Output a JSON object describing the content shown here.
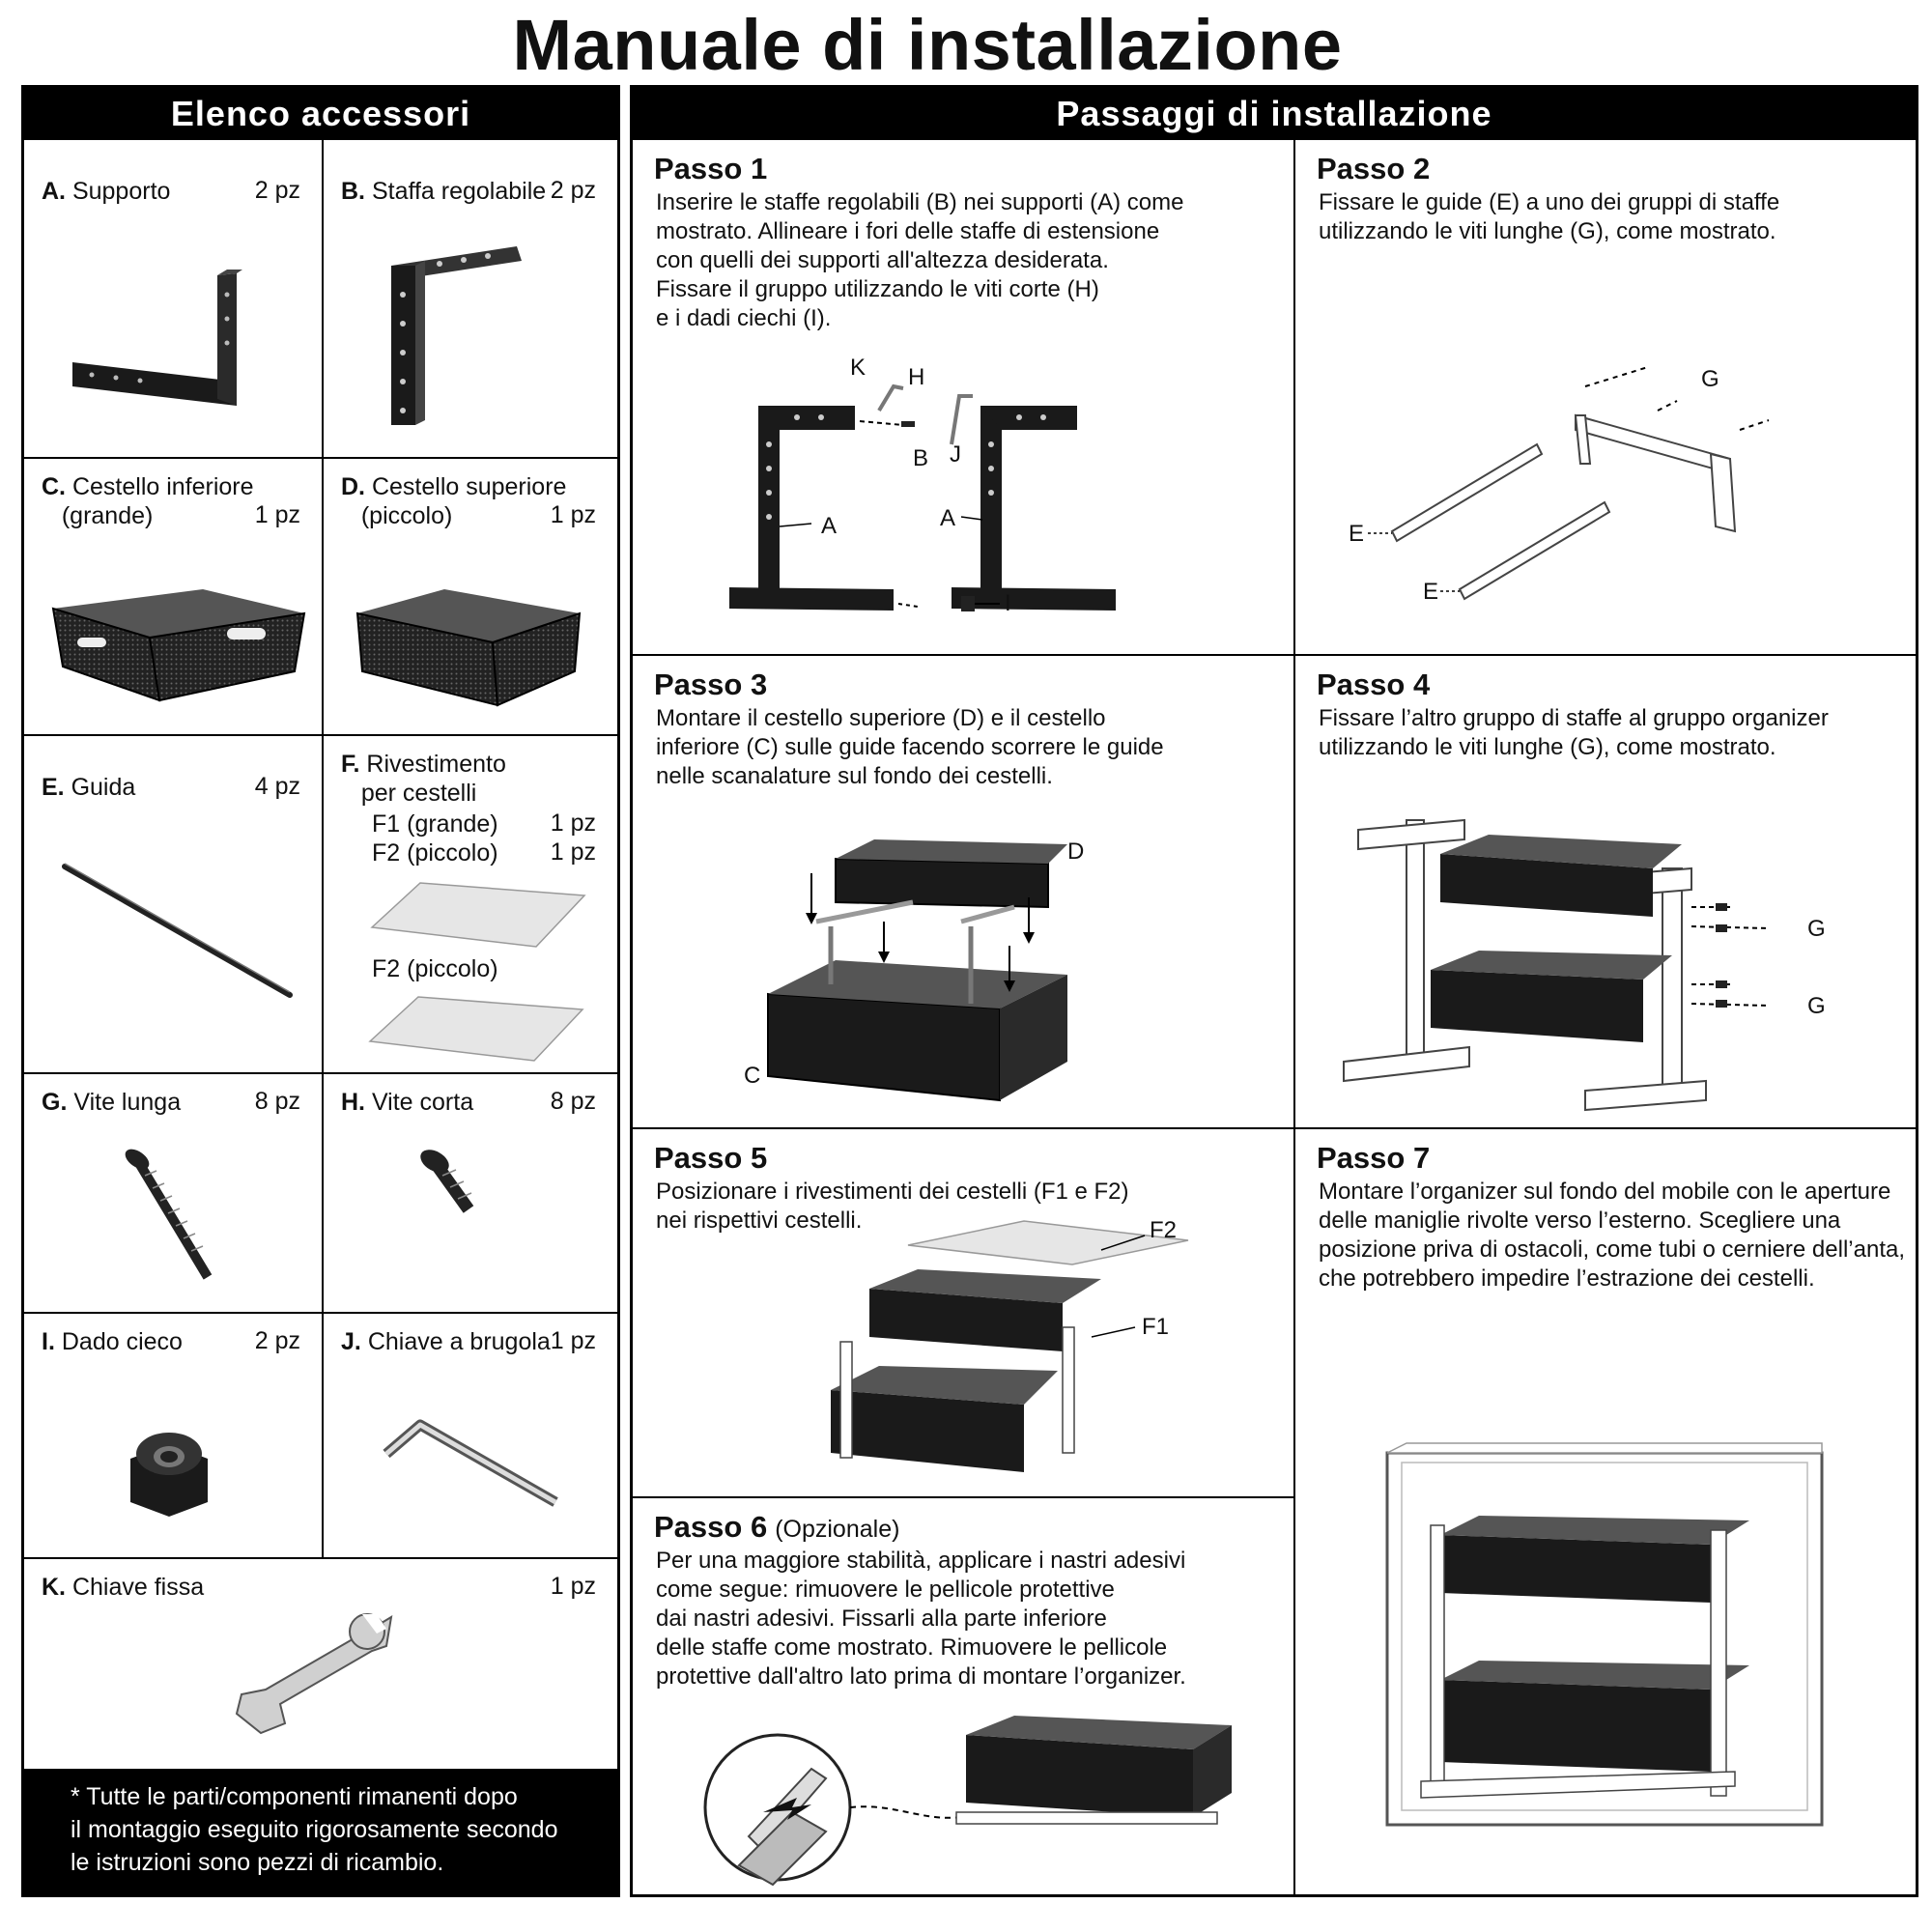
{
  "title": "Manuale di installazione",
  "accessories": {
    "header": "Elenco accessori",
    "items": [
      {
        "letter": "A.",
        "name": "Supporto",
        "qty": "2 pz",
        "icon": "l-bracket-icon"
      },
      {
        "letter": "B.",
        "name": "Staffa regolabile",
        "qty": "2 pz",
        "icon": "adjustable-bracket-icon"
      },
      {
        "letter": "C.",
        "name": "Cestello inferiore",
        "name2": "(grande)",
        "qty": "1 pz",
        "icon": "large-basket-icon"
      },
      {
        "letter": "D.",
        "name": "Cestello superiore",
        "name2": "(piccolo)",
        "qty": "1 pz",
        "icon": "small-basket-icon"
      },
      {
        "letter": "E.",
        "name": "Guida",
        "qty": "4 pz",
        "icon": "rail-icon"
      },
      {
        "letter": "F.",
        "name": "Rivestimento",
        "name2": "per cestelli",
        "sub": [
          {
            "name": "F1 (grande)",
            "qty": "1 pz"
          },
          {
            "name": "F2 (piccolo)",
            "qty": "1 pz"
          }
        ],
        "extra": "F2 (piccolo)",
        "icon": "liner-icon"
      },
      {
        "letter": "G.",
        "name": "Vite lunga",
        "qty": "8 pz",
        "icon": "long-screw-icon"
      },
      {
        "letter": "H.",
        "name": "Vite corta",
        "qty": "8 pz",
        "icon": "short-screw-icon"
      },
      {
        "letter": "I.",
        "name": "Dado cieco",
        "qty": "2 pz",
        "icon": "cap-nut-icon"
      },
      {
        "letter": "J.",
        "name": "Chiave a brugola",
        "qty": "1 pz",
        "icon": "allen-key-icon"
      },
      {
        "letter": "K.",
        "name": "Chiave fissa",
        "qty": "1 pz",
        "icon": "wrench-icon"
      }
    ],
    "footnote": "* Tutte le parti/componenti rimanenti dopo\nil montaggio eseguito rigorosamente secondo\nle istruzioni sono pezzi di ricambio."
  },
  "steps": {
    "header": "Passaggi di installazione",
    "items": [
      {
        "title": "Passo 1",
        "text": "Inserire le staffe regolabili (B) nei supporti (A) come\nmostrato. Allineare i fori delle staffe di estensione\ncon quelli dei supporti all'altezza desiderata.\nFissare il gruppo utilizzando le viti corte (H)\ne i dadi ciechi (I).",
        "labels": {
          "k": "K",
          "h": "H",
          "b": "B",
          "j": "J",
          "a1": "A",
          "a2": "A",
          "i": "I"
        }
      },
      {
        "title": "Passo 2",
        "text": "Fissare le guide (E) a uno dei gruppi di staffe\nutilizzando le viti lunghe (G), come mostrato.",
        "labels": {
          "g": "G",
          "e1": "E",
          "e2": "E"
        }
      },
      {
        "title": "Passo 3",
        "text": "Montare il cestello superiore (D) e il cestello\ninferiore (C) sulle guide facendo scorrere le guide\nnelle scanalature sul fondo dei cestelli.",
        "labels": {
          "d": "D",
          "c": "C"
        }
      },
      {
        "title": "Passo 4",
        "text": "Fissare l’altro gruppo di staffe al gruppo organizer\nutilizzando le viti lunghe (G), come mostrato.",
        "labels": {
          "g1": "G",
          "g2": "G"
        }
      },
      {
        "title": "Passo 5",
        "text": "Posizionare i rivestimenti dei cestelli (F1 e F2)\nnei rispettivi cestelli.",
        "labels": {
          "f2": "F2",
          "f1": "F1"
        }
      },
      {
        "title": "Passo 6",
        "subtitle": "(Opzionale)",
        "text": "Per una maggiore stabilità, applicare i nastri adesivi\ncome segue: rimuovere le pellicole protettive\ndai nastri adesivi. Fissarli alla parte inferiore\ndelle staffe come mostrato. Rimuovere le pellicole\nprotettive dall'altro lato prima di montare l’organizer."
      },
      {
        "title": "Passo 7",
        "text": "Montare l’organizer sul fondo del mobile con le aperture\ndelle maniglie rivolte verso l’esterno. Scegliere una\nposizione priva di ostacoli, come tubi o cerniere dell’anta,\nche potrebbero impedire l’estrazione dei cestelli."
      }
    ]
  }
}
